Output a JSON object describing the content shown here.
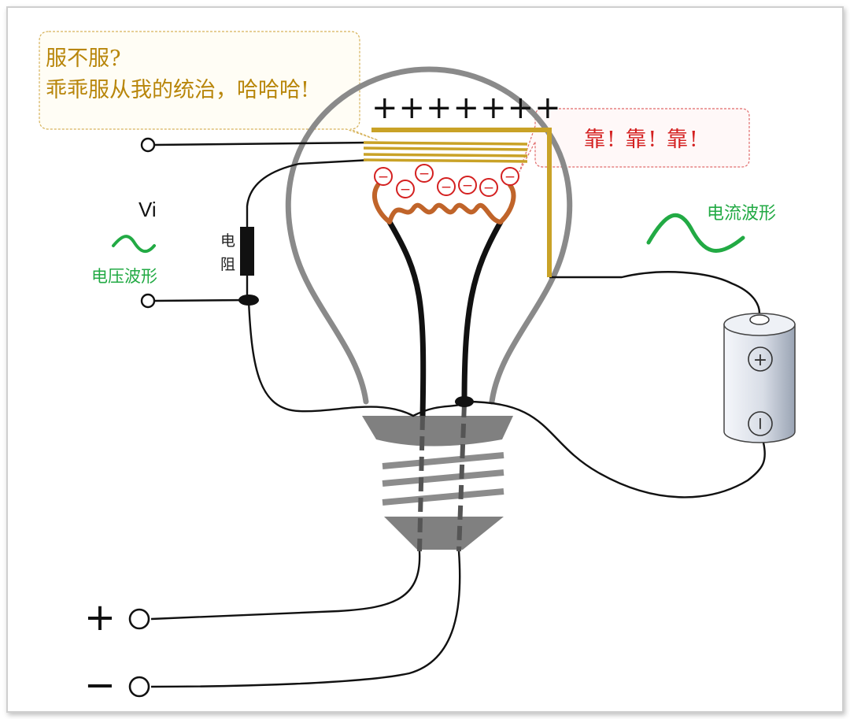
{
  "callout_left": {
    "line1": "服不服?",
    "line2": "乖乖服从我的统治，哈哈哈!"
  },
  "callout_right": {
    "text": "靠! 靠! 靠!"
  },
  "plate_plus": "+++++++",
  "vi_label": "Vi",
  "voltage_label": "电压波形",
  "current_label": "电流波形",
  "resistor_label": {
    "c1": "电",
    "c2": "阻"
  },
  "battery_plus": "+",
  "battery_minus": "−",
  "terminal_plus": "+",
  "terminal_minus": "−",
  "electron_symbol": "−",
  "colors": {
    "callout_text": "#b8860b",
    "callout_right_text": "#d42020",
    "wave_green": "#22aa44",
    "gold": "#c9a227",
    "filament": "#c0642a",
    "bulb": "#8a8a8a"
  }
}
